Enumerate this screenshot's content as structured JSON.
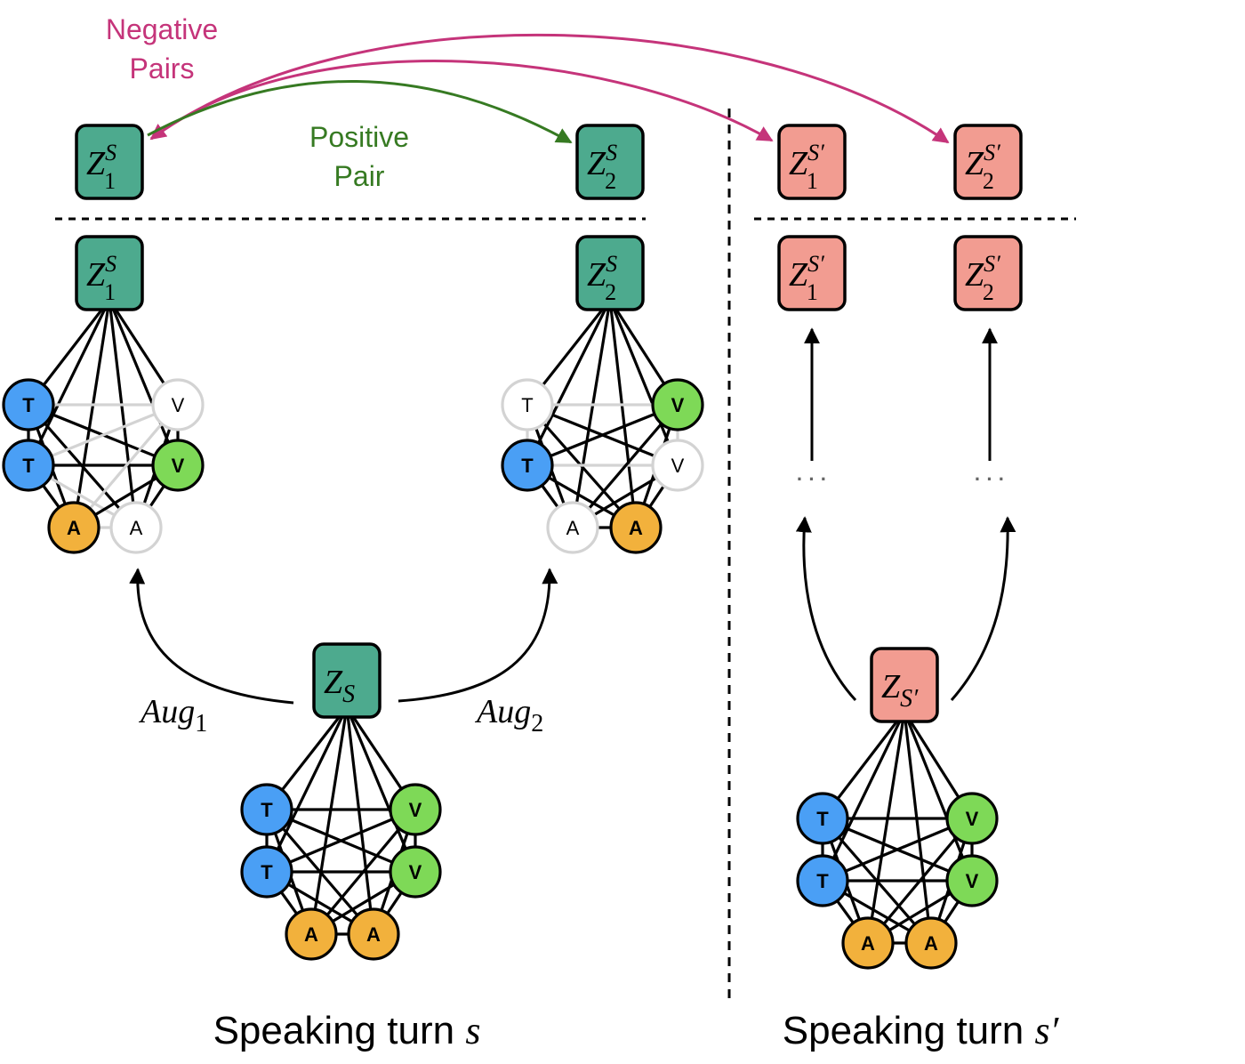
{
  "colors": {
    "green_box": "#4daa8e",
    "red_box": "#f29c91",
    "text_node": "#4a9ff5",
    "visual_node": "#7ed957",
    "audio_node": "#f2b13c",
    "masked_stroke": "#d3d3d3",
    "negative": "#c5347a",
    "positive": "#367a22",
    "edge": "#000000",
    "ellipsis": "#666666"
  },
  "labels": {
    "negative_pairs_line1": "Negative",
    "negative_pairs_line2": "Pairs",
    "positive_pair_line1": "Positive",
    "positive_pair_line2": "Pair",
    "aug1_base": "Aug",
    "aug1_sub": "1",
    "aug2_base": "Aug",
    "aug2_sub": "2",
    "turn_s_text": "Speaking turn ",
    "turn_s_var": "s",
    "turn_s_prime_text": "Speaking turn ",
    "turn_s_prime_var": "s′",
    "ellipsis": "· · ·"
  },
  "boxes": [
    {
      "id": "z1s-top",
      "color": "green",
      "base": "Z",
      "sup": "S",
      "sub": "1"
    },
    {
      "id": "z2s-top",
      "color": "green",
      "base": "Z",
      "sup": "S",
      "sub": "2"
    },
    {
      "id": "z1sp-top",
      "color": "red",
      "base": "Z",
      "sup": "S′",
      "sub": "1"
    },
    {
      "id": "z2sp-top",
      "color": "red",
      "base": "Z",
      "sup": "S′",
      "sub": "2"
    },
    {
      "id": "z1s-graph",
      "color": "green",
      "base": "Z",
      "sup": "S",
      "sub": "1"
    },
    {
      "id": "z2s-graph",
      "color": "green",
      "base": "Z",
      "sup": "S",
      "sub": "2"
    },
    {
      "id": "z1sp-mid",
      "color": "red",
      "base": "Z",
      "sup": "S′",
      "sub": "1"
    },
    {
      "id": "z2sp-mid",
      "color": "red",
      "base": "Z",
      "sup": "S′",
      "sub": "2"
    },
    {
      "id": "zs-origin",
      "color": "green",
      "base": "Z",
      "sup": "",
      "sub": "S"
    },
    {
      "id": "zsp-origin",
      "color": "red",
      "base": "Z",
      "sup": "",
      "sub": "S′"
    }
  ],
  "graphs": [
    {
      "id": "aug1-graph",
      "box": "z1s-graph",
      "nodes": [
        {
          "label": "T",
          "type": "text",
          "masked": false
        },
        {
          "label": "T",
          "type": "text",
          "masked": false
        },
        {
          "label": "V",
          "type": "visual",
          "masked": true
        },
        {
          "label": "V",
          "type": "visual",
          "masked": false
        },
        {
          "label": "A",
          "type": "audio",
          "masked": false
        },
        {
          "label": "A",
          "type": "audio",
          "masked": true
        }
      ]
    },
    {
      "id": "aug2-graph",
      "box": "z2s-graph",
      "nodes": [
        {
          "label": "T",
          "type": "text",
          "masked": true
        },
        {
          "label": "T",
          "type": "text",
          "masked": false
        },
        {
          "label": "V",
          "type": "visual",
          "masked": false
        },
        {
          "label": "V",
          "type": "visual",
          "masked": true
        },
        {
          "label": "A",
          "type": "audio",
          "masked": true
        },
        {
          "label": "A",
          "type": "audio",
          "masked": false
        }
      ]
    },
    {
      "id": "origin-s-graph",
      "box": "zs-origin",
      "nodes": [
        {
          "label": "T",
          "type": "text",
          "masked": false
        },
        {
          "label": "T",
          "type": "text",
          "masked": false
        },
        {
          "label": "V",
          "type": "visual",
          "masked": false
        },
        {
          "label": "V",
          "type": "visual",
          "masked": false
        },
        {
          "label": "A",
          "type": "audio",
          "masked": false
        },
        {
          "label": "A",
          "type": "audio",
          "masked": false
        }
      ]
    },
    {
      "id": "origin-sp-graph",
      "box": "zsp-origin",
      "nodes": [
        {
          "label": "T",
          "type": "text",
          "masked": false
        },
        {
          "label": "T",
          "type": "text",
          "masked": false
        },
        {
          "label": "V",
          "type": "visual",
          "masked": false
        },
        {
          "label": "V",
          "type": "visual",
          "masked": false
        },
        {
          "label": "A",
          "type": "audio",
          "masked": false
        },
        {
          "label": "A",
          "type": "audio",
          "masked": false
        }
      ]
    }
  ]
}
